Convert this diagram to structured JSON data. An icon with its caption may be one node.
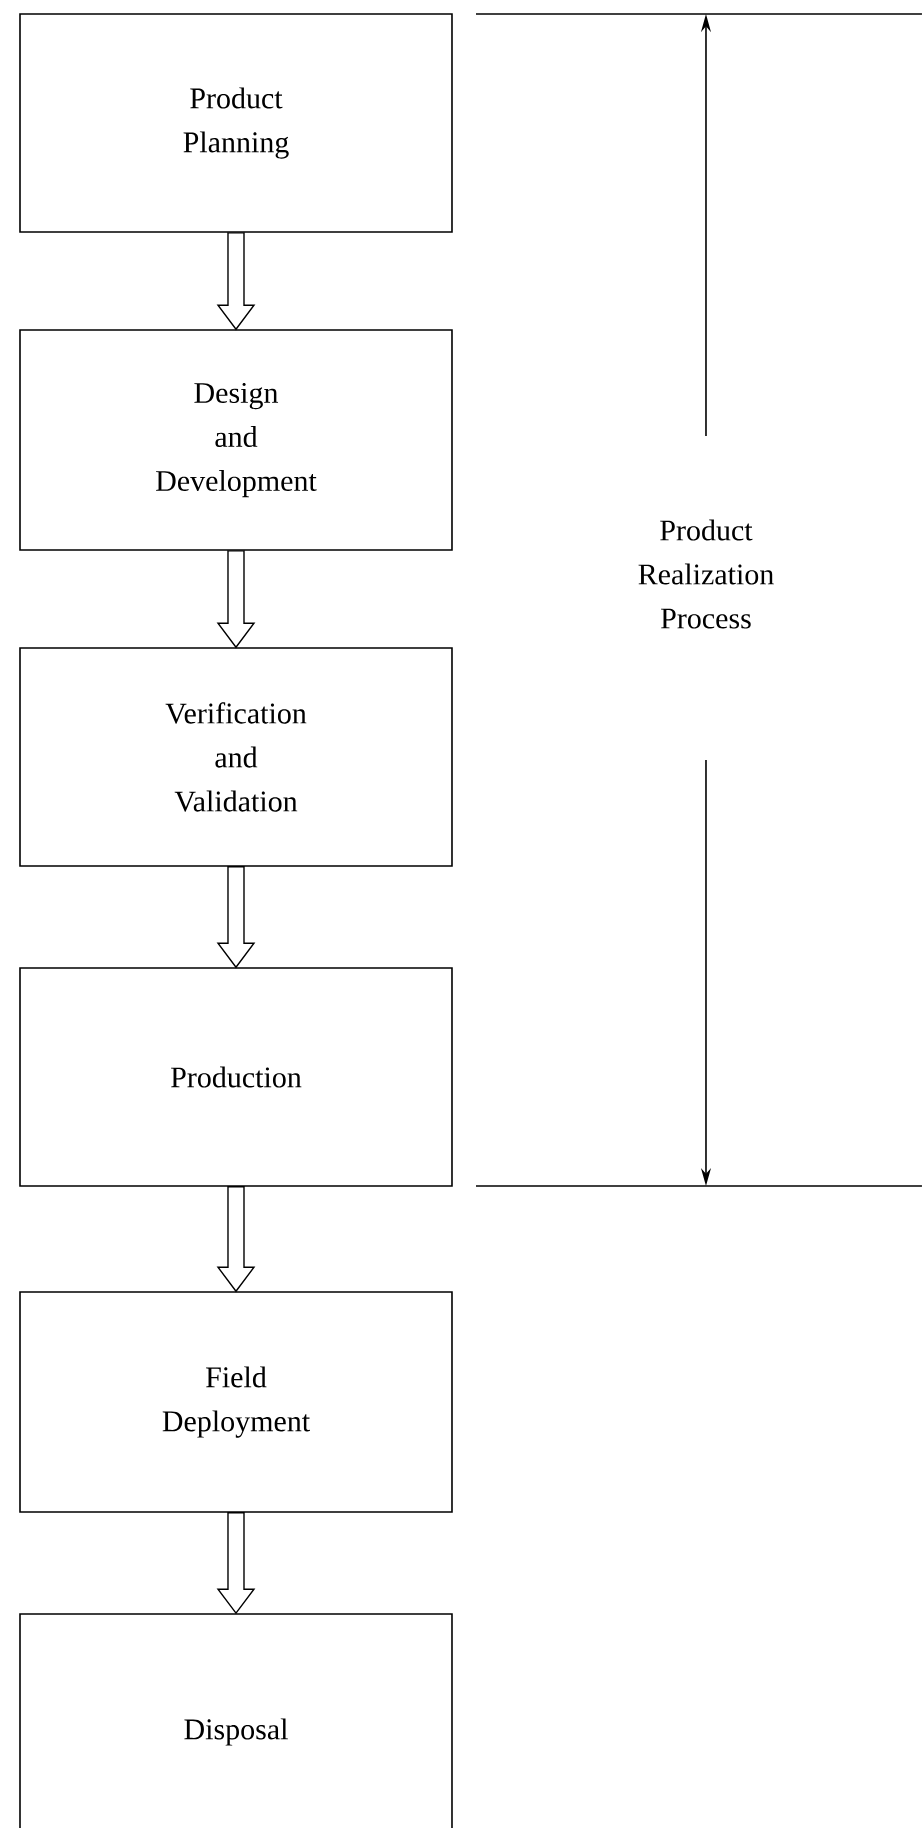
{
  "diagram": {
    "nodes": [
      {
        "text": [
          "Product Planning"
        ]
      },
      {
        "text": [
          "Design and Development"
        ]
      },
      {
        "text": [
          "Verification and Validation"
        ]
      },
      {
        "text": [
          "Production"
        ]
      },
      {
        "text": [
          "Field Deployment"
        ]
      },
      {
        "text": [
          "Disposal"
        ]
      }
    ],
    "edges": [
      {
        "from": 0,
        "to": 1,
        "arrow": "to"
      },
      {
        "from": 1,
        "to": 2,
        "arrow": "to"
      },
      {
        "from": 2,
        "to": 3,
        "arrow": "to"
      },
      {
        "from": 3,
        "to": 4,
        "arrow": "to"
      },
      {
        "from": 4,
        "to": 5,
        "arrow": "to"
      }
    ],
    "labels": [
      "Product Realization Process"
    ]
  }
}
